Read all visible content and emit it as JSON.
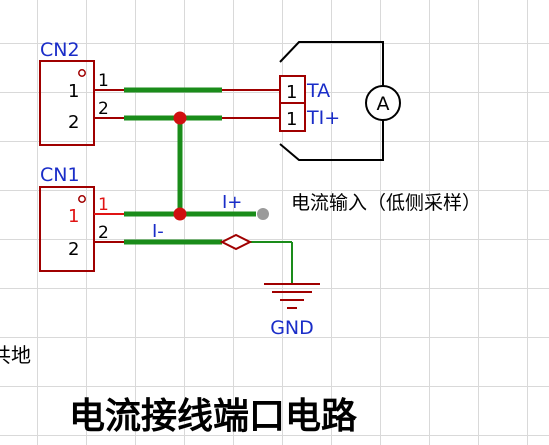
{
  "labels": {
    "cn2": "CN2",
    "cn1": "CN1",
    "pin_1": "1",
    "pin_2": "2",
    "ta": "TA",
    "ti_plus": "TI+",
    "meter": "A",
    "i_plus": "I+",
    "i_minus": "I-",
    "input_note": "电流输入（低侧采样）",
    "gnd": "GND",
    "fragment": "共地",
    "title": "电流接线端口电路"
  },
  "colors": {
    "component": "#a00000",
    "wire": "#1a8c1a",
    "junction": "#d01010",
    "label_blue": "#1a2dc8",
    "probe": "#9a9a9a",
    "grid": "#d9d9d9"
  },
  "icons": {
    "ammeter": "circle-a-icon",
    "ground": "ground-icon",
    "probe": "probe-dot-icon",
    "net_tie": "diamond-icon"
  }
}
